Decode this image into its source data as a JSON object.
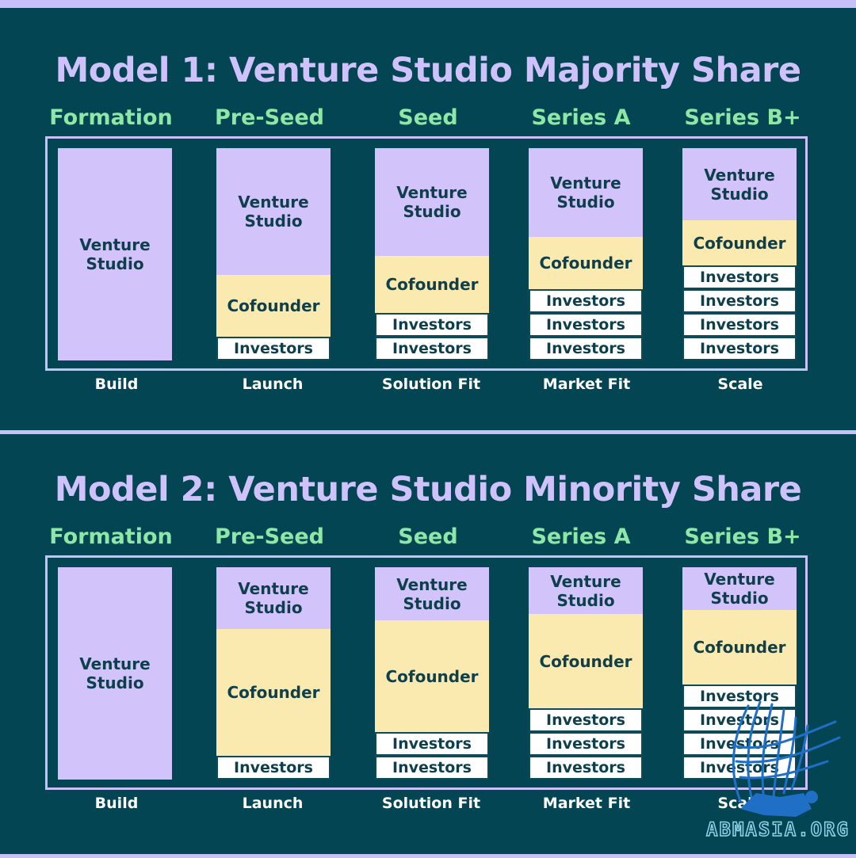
{
  "sections": [
    {
      "title": "Model 1: Venture Studio Majority Share",
      "stages": [
        {
          "head": "Formation",
          "foot": "Build",
          "vs": 1.0,
          "cf": 0,
          "inv": 0
        },
        {
          "head": "Pre-Seed",
          "foot": "Launch",
          "vs": 0.6,
          "cf": 0.29,
          "inv": 1
        },
        {
          "head": "Seed",
          "foot": "Solution Fit",
          "vs": 0.51,
          "cf": 0.27,
          "inv": 2
        },
        {
          "head": "Series  A",
          "foot": "Market Fit",
          "vs": 0.42,
          "cf": 0.25,
          "inv": 3
        },
        {
          "head": "Series B+",
          "foot": "Scale",
          "vs": 0.34,
          "cf": 0.21,
          "inv": 4
        }
      ]
    },
    {
      "title": "Model 2: Venture Studio Minority Share",
      "stages": [
        {
          "head": "Formation",
          "foot": "Build",
          "vs": 1.0,
          "cf": 0,
          "inv": 0
        },
        {
          "head": "Pre-Seed",
          "foot": "Launch",
          "vs": 0.29,
          "cf": 0.6,
          "inv": 1
        },
        {
          "head": "Seed",
          "foot": "Solution Fit",
          "vs": 0.25,
          "cf": 0.53,
          "inv": 2
        },
        {
          "head": "Series  A",
          "foot": "Market Fit",
          "vs": 0.22,
          "cf": 0.44,
          "inv": 3
        },
        {
          "head": "Series B+",
          "foot": "Scale",
          "vs": 0.2,
          "cf": 0.35,
          "inv": 4
        }
      ]
    }
  ],
  "labels": {
    "venture_studio": "Venture Studio",
    "cofounder": "Cofounder",
    "investors": "Investors"
  },
  "colors": {
    "background": "#034552",
    "venture_studio": "#d2c4fb",
    "cofounder": "#faeab0",
    "investors": "#ffffff",
    "stage_heading": "#8de8a8",
    "title": "#cfc2fb"
  },
  "watermark": {
    "text": "ABMASIA.ORG",
    "icon": "griffin-logo"
  }
}
